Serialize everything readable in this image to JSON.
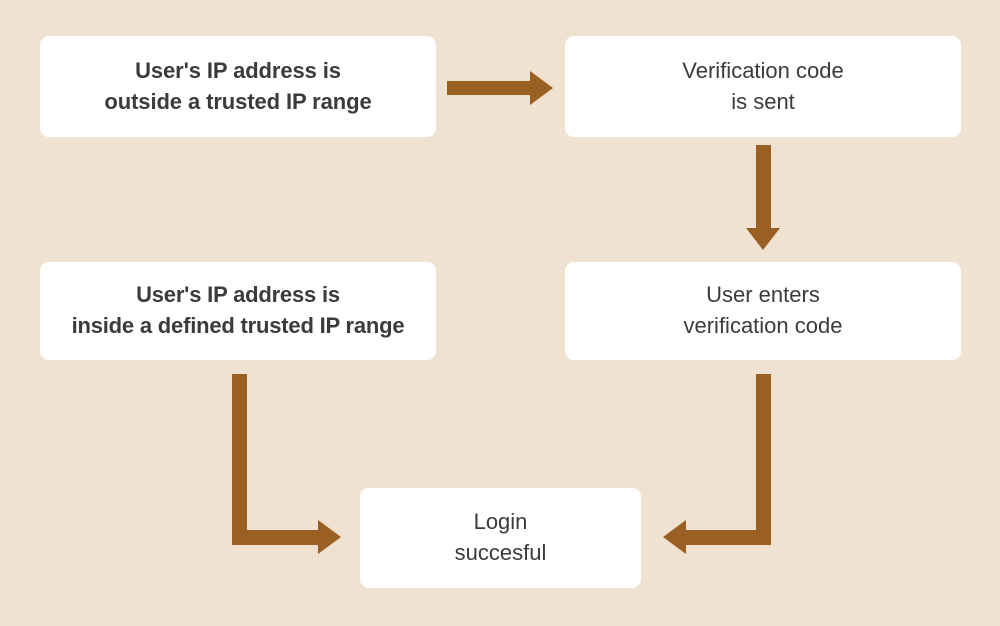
{
  "diagram": {
    "title": "Trusted IP range login verification flow",
    "background_color": "#f0e2d0",
    "node_fill_color": "#ffffff",
    "node_text_color": "#3b3b3b",
    "arrow_color": "#9a5f23",
    "nodes": [
      {
        "id": "outside-range",
        "text": "User's IP address is\noutside a trusted IP range",
        "line1": "User's IP address is",
        "line2": "outside a trusted IP range"
      },
      {
        "id": "code-sent",
        "text": "Verification code\nis sent",
        "line1": "Verification code",
        "line2": "is sent"
      },
      {
        "id": "inside-range",
        "text": "User's IP address is\ninside a defined trusted IP range",
        "line1": "User's IP address is",
        "line2": "inside a defined trusted IP range"
      },
      {
        "id": "enters-code",
        "text": "User enters\nverification code",
        "line1": "User enters",
        "line2": "verification code"
      },
      {
        "id": "login-successful",
        "text": "Login\nsuccesful",
        "line1": "Login",
        "line2": "succesful"
      }
    ],
    "connectors": [
      {
        "id": "outside-to-code-sent",
        "from": "outside-range",
        "to": "code-sent",
        "shape": "straight-right"
      },
      {
        "id": "code-sent-to-enters-code",
        "from": "code-sent",
        "to": "enters-code",
        "shape": "straight-down"
      },
      {
        "id": "inside-to-login",
        "from": "inside-range",
        "to": "login-successful",
        "shape": "elbow-down-right"
      },
      {
        "id": "enters-code-to-login",
        "from": "enters-code",
        "to": "login-successful",
        "shape": "elbow-down-left"
      }
    ]
  }
}
